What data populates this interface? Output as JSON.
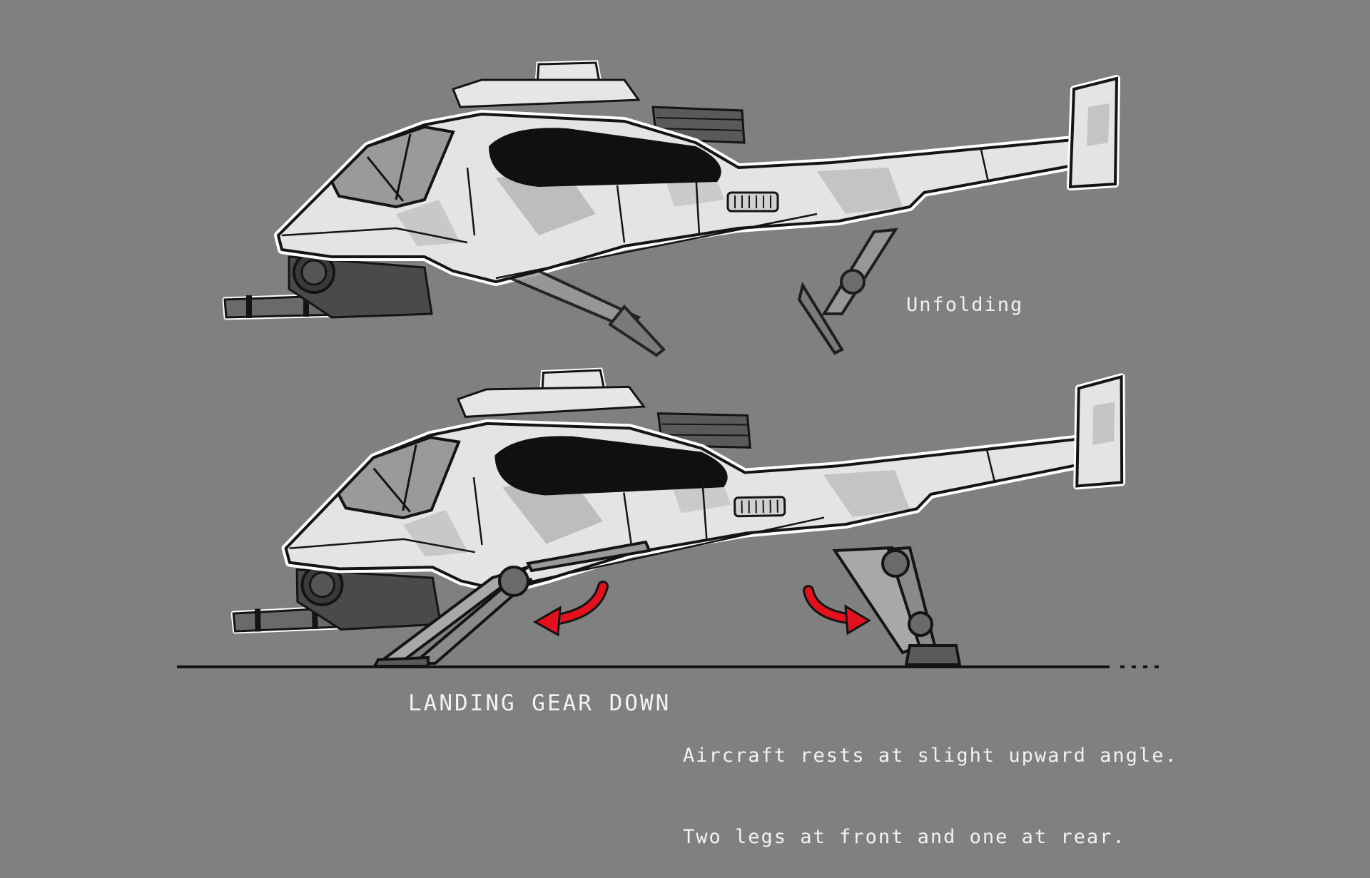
{
  "labels": {
    "unfolding": "Unfolding",
    "gear_down": "LANDING GEAR DOWN",
    "description_line1": "Aircraft rests at slight upward angle.",
    "description_line2": "Two legs at front and one at rear."
  },
  "colors": {
    "background": "#808080",
    "hull": "#e6e6e6",
    "hull_shade": "#bdbdbd",
    "ink": "#141414",
    "arrow": "#e3101e",
    "text": "#f2f2f2"
  }
}
